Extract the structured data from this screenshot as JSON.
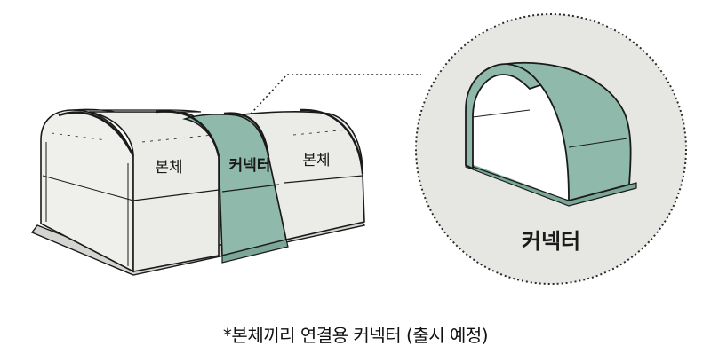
{
  "labels": {
    "body_left": "본체",
    "connector_center": "커넥터",
    "body_right": "본체",
    "connector_zoom": "커넥터"
  },
  "caption": "*본체끼리 연결용 커넥터 (출시 예정)",
  "colors": {
    "connector_fill": "#8fb9aa",
    "tent_fill": "#ebebe8",
    "zoom_circle_fill": "#e6e6e3",
    "outline": "#1a1a1a"
  }
}
